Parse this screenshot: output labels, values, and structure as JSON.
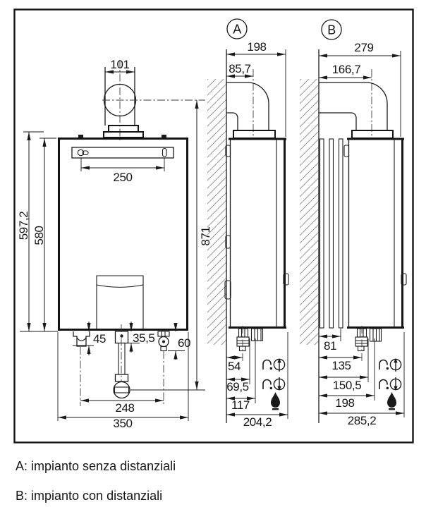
{
  "drawing": {
    "front": {
      "d101": "101",
      "d250": "250",
      "d597_2": "597,2",
      "d580": "580",
      "d871": "871",
      "d45": "45",
      "d35_5": "35,5",
      "d60": "60",
      "d248": "248",
      "d350": "350"
    },
    "view_a": {
      "badge": "A",
      "d198": "198",
      "d85_7": "85,7",
      "d54": "54",
      "d69_5": "69,5",
      "d117": "117",
      "d204_2": "204,2"
    },
    "view_b": {
      "badge": "B",
      "d279": "279",
      "d166_7": "166,7",
      "d81": "81",
      "d135": "135",
      "d150_5": "150,5",
      "d198": "198",
      "d285_2": "285,2"
    },
    "legend": {
      "a": "A: impianto senza distanziali",
      "b": "B: impianto con distanziali"
    },
    "symbols": {
      "flow": "heating-flow",
      "return": "heating-return",
      "gas": "gas-flame"
    },
    "colors": {
      "line": "#1a1a1a",
      "hatch": "#999999",
      "background": "#ffffff"
    }
  }
}
